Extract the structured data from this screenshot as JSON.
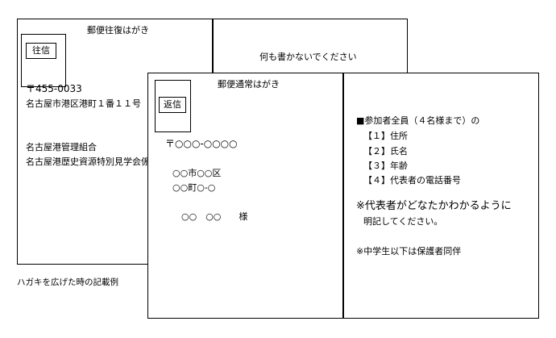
{
  "outgoing": {
    "title": "郵便往復はがき",
    "stamp_label": "往信",
    "postal_code": "〒455-0033",
    "address": "名古屋市港区港町１番１１号",
    "recipient_org": "名古屋港管理組合",
    "recipient_dept": "名古屋港歴史資源特別見学会係"
  },
  "outgoing_back": {
    "notice": "何も書かないでください"
  },
  "reply": {
    "title": "郵便通常はがき",
    "stamp_label": "返信",
    "postal_code": "〒○○○-○○○○",
    "address_line1": "○○市○○区",
    "address_line2": "○○町○-○",
    "name_line": "○○　○○　　様"
  },
  "reply_back": {
    "heading": "■参加者全員（４名様まで）の",
    "items": [
      "【１】住所",
      "【２】氏名",
      "【３】年齢",
      "【４】代表者の電話番号"
    ],
    "note_line1": "※代表者がどなたかわかるように",
    "note_line2": "明記してください。",
    "note_junior": "※中学生以下は保護者同伴"
  },
  "caption": "ハガキを広げた時の記載例"
}
